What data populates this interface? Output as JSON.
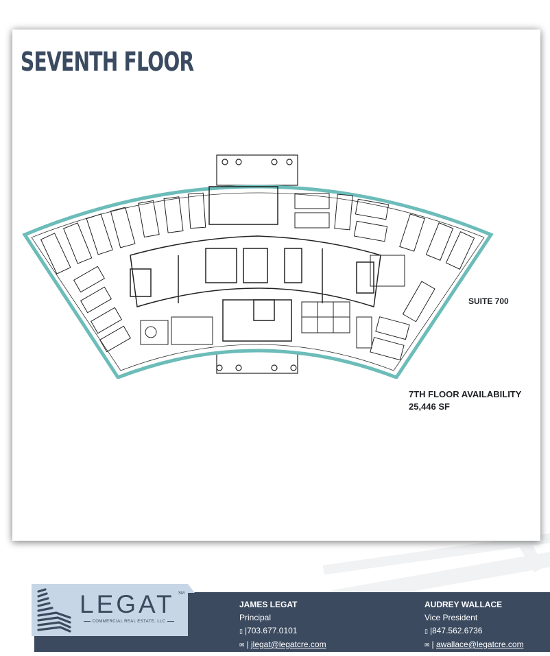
{
  "page": {
    "title": "SEVENTH FLOOR"
  },
  "floorplan": {
    "suite_label": "SUITE 700",
    "availability_title": "7TH FLOOR AVAILABILITY",
    "availability_sf": "25,446 SF",
    "outline_color": "#6cbcb9"
  },
  "footer": {
    "logo": {
      "word": "LEGAT",
      "mark": "SM",
      "subtitle": "COMMERCIAL REAL ESTATE, LLC"
    },
    "contacts": [
      {
        "name": "JAMES LEGAT",
        "role": "Principal",
        "phone": "703.677.0101",
        "email": "jlegat@legatcre.com",
        "phone_icon": "phone-icon",
        "email_icon": "envelope-icon"
      },
      {
        "name": "AUDREY WALLACE",
        "role": "Vice President",
        "phone": "847.562.6736",
        "email": "awallace@legatcre.com",
        "phone_icon": "phone-icon",
        "email_icon": "envelope-icon"
      }
    ],
    "bar_color": "#3b4a5f",
    "logo_bg_color": "#c7d6e6"
  }
}
